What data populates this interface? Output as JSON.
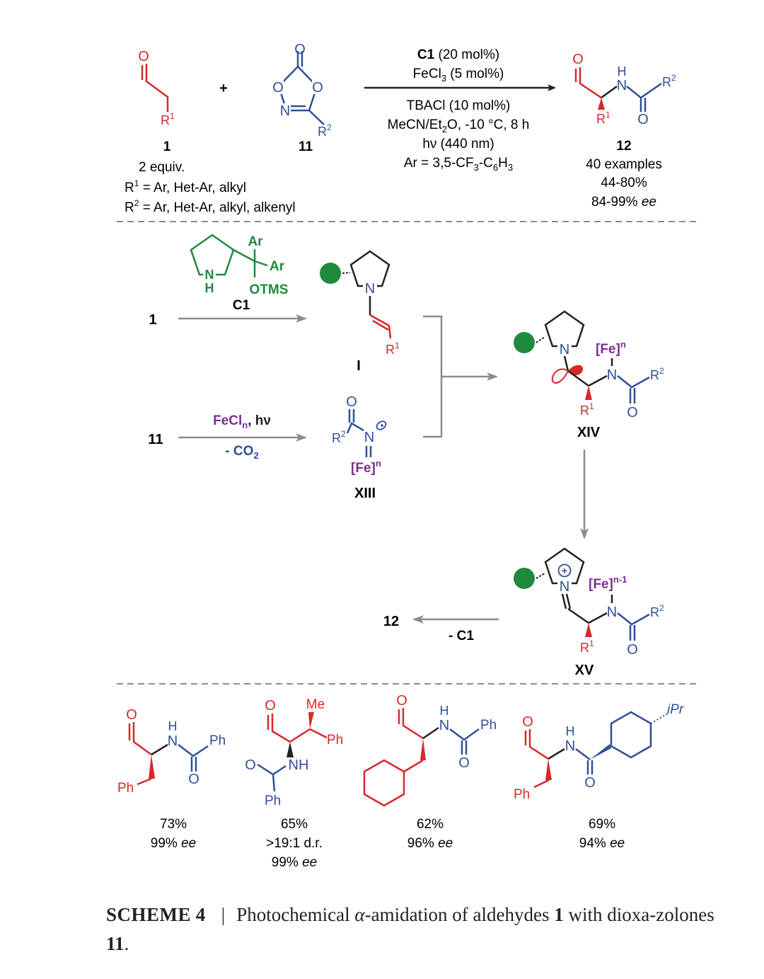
{
  "colors": {
    "red": "#d7282a",
    "blue": "#2f4f9b",
    "green": "#1f8a3c",
    "purple": "#7b2f8f",
    "black": "#222222",
    "gray": "#8c8c8c"
  },
  "top": {
    "cmp1": {
      "num": "1",
      "equiv": "2 equiv.",
      "r": "R",
      "r_sup": "1"
    },
    "plus": "+",
    "cmp11": {
      "num": "11",
      "r": "R",
      "r_sup": "2"
    },
    "conditions": {
      "cat_name": "C1",
      "cat_amount": " (20 mol%)",
      "fe_pre": "FeCl",
      "fe_sub": "3",
      "fe_post": " (5 mol%)",
      "tbacl": "TBACl (10 mol%)",
      "solvent_pre": "MeCN/Et",
      "solvent_sub": "2",
      "solvent_post": "O, -10 °C, 8 h",
      "light": "hν (440 nm)",
      "ar_pre": "Ar = 3,5-CF",
      "ar_sub1": "3",
      "ar_mid": "-C",
      "ar_sub2": "6",
      "ar_mid2": "H",
      "ar_sub3": "3"
    },
    "r1_def_pre": "R",
    "r1_def_sup": "1",
    "r1_def_post": " = Ar, Het-Ar, alkyl",
    "r2_def_pre": "R",
    "r2_def_sup": "2",
    "r2_def_post": " = Ar, Het-Ar, alkyl, alkenyl",
    "product": {
      "num": "12",
      "examples": "40 examples",
      "yield": "44-80%",
      "ee_num": "84-99% ",
      "ee_txt": "ee"
    }
  },
  "mech": {
    "c1_label": "C1",
    "ar": "Ar",
    "otms": "OTMS",
    "nh_n": "N",
    "nh_h": "H",
    "n_atom": "N",
    "o_atom": "O",
    "h_atom": "H",
    "r": "R",
    "sup1": "1",
    "sup2": "2",
    "start1": "1",
    "start11": "11",
    "int_I": "I",
    "int_XIII": "XIII",
    "int_XIV": "XIV",
    "int_XV": "XV",
    "fecl_pre": "FeCl",
    "fecl_sub": "n",
    "fecl_post": ", hν",
    "co2_pre": "- CO",
    "co2_sub": "2",
    "fe": "[Fe]",
    "fe_n": "n",
    "fe_n1": "n-1",
    "plus_charge": "+",
    "product12": "12",
    "minus_c1": "- C1"
  },
  "examples": [
    {
      "yield": "73%",
      "ee_num": "99% ",
      "ee_txt": "ee",
      "ph": "Ph",
      "ph2": "Ph"
    },
    {
      "yield": "65%",
      "dr": ">19:1 d.r.",
      "ee_num": "99% ",
      "ee_txt": "ee",
      "me": "Me",
      "ph": "Ph",
      "ph2": "Ph",
      "nh": "NH"
    },
    {
      "yield": "62%",
      "ee_num": "96% ",
      "ee_txt": "ee",
      "ph": "Ph"
    },
    {
      "yield": "69%",
      "ee_num": "94% ",
      "ee_txt": "ee",
      "ph": "Ph",
      "ipr": "iPr"
    }
  ],
  "caption": {
    "label": "SCHEME",
    "num": "4",
    "bar": "|",
    "t1": "Photochemical ",
    "alpha": "α",
    "t2": "-amidation of aldehydes ",
    "b1": "1",
    "t3": " with dioxa-zolones ",
    "b2": "11",
    "t4": "."
  }
}
